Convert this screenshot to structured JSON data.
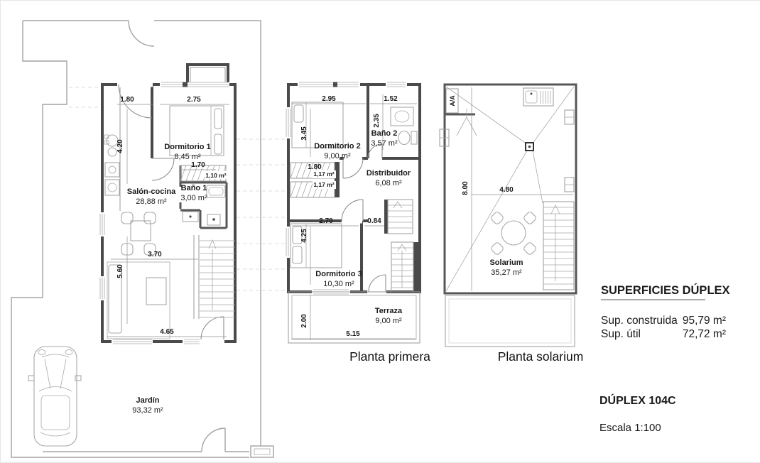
{
  "colors": {
    "wall": "#4a4a4a",
    "line": "#9a9a9a",
    "text": "#1a1a1a",
    "faint": "#dcdcdc"
  },
  "ground_floor": {
    "rooms": {
      "dormitorio1": {
        "name": "Dormitorio 1",
        "area": "8,45 m²"
      },
      "bano1": {
        "name": "Baño 1",
        "area": "3,00 m²"
      },
      "salon": {
        "name": "Salón-cocina",
        "area": "28,88 m²"
      },
      "jardin": {
        "name": "Jardín",
        "area": "93,32 m²"
      },
      "closet": {
        "area": "1,10 m²"
      }
    },
    "dims": {
      "w_entry": "1.80",
      "w_dorm1": "2.75",
      "h_kitchen": "4.20",
      "w_stair": "1.70",
      "w_salon": "3.70",
      "h_salon": "5.60",
      "w_salon2": "4.65"
    }
  },
  "first_floor": {
    "title": "Planta primera",
    "rooms": {
      "dormitorio2": {
        "name": "Dormitorio 2",
        "area": "9,00 m²"
      },
      "bano2": {
        "name": "Baño 2",
        "area": "3,57 m²"
      },
      "distribuidor": {
        "name": "Distribuidor",
        "area": "6,08 m²"
      },
      "dormitorio3": {
        "name": "Dormitorio 3",
        "area": "10,30 m²"
      },
      "terraza": {
        "name": "Terraza",
        "area": "9,00 m²"
      },
      "stair_chip1": "1,17 m²",
      "stair_chip2": "1,17 m²"
    },
    "dims": {
      "w_dorm2": "2.95",
      "w_bano2": "1.52",
      "h_dorm2": "3.45",
      "h_bano2": "2.35",
      "w_stairband": "1.80",
      "w_dorm3": "2.70",
      "w_hall": "0.84",
      "h_dorm3": "4.25",
      "h_terraza": "2.00",
      "w_terraza": "5.15"
    }
  },
  "solarium_floor": {
    "title": "Planta solarium",
    "rooms": {
      "solarium": {
        "name": "Solarium",
        "area": "35,27 m²"
      }
    },
    "labels": {
      "aa": "A/A"
    },
    "dims": {
      "h_solarium": "8.00",
      "w_solarium": "4.80"
    }
  },
  "title_block": {
    "heading": "SUPERFICIES DÚPLEX",
    "rows": [
      {
        "label": "Sup. construida",
        "value": "95,79 m²"
      },
      {
        "label": "Sup. útil",
        "value": "72,72 m²"
      }
    ],
    "unit_name": "DÚPLEX 104C",
    "scale": "Escala 1:100"
  }
}
